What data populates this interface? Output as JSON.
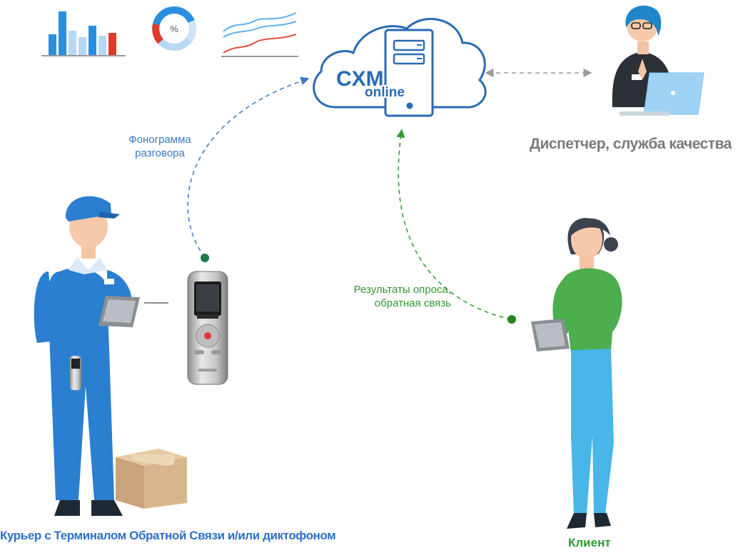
{
  "cloud": {
    "brand_main": "CXM",
    "brand_sub": "online"
  },
  "pie_label": "%",
  "labels": {
    "phonogram_line1": "Фонограмма",
    "phonogram_line2": "разговора",
    "survey_line1": "Результаты опроса,",
    "survey_line2": "обратная связь",
    "dispatcher": "Диспетчер, служба качества",
    "courier": "Курьер с Терминалом Обратной Связи и/или диктофоном",
    "client": "Клиент"
  },
  "colors": {
    "blue_flow": "#3a78c4",
    "green_flow": "#2e9a2e",
    "grey_flow": "#9a9a9a",
    "cloud_outline": "#2a6bb4",
    "uniform_blue": "#2b7fd0",
    "client_top": "#4cae4c",
    "client_jeans": "#48b6e8"
  },
  "icons": [
    "bar-chart-icon",
    "donut-chart-icon",
    "line-chart-icon",
    "cloud-server-icon",
    "voice-recorder-icon",
    "laptop-icon",
    "tablet-icon",
    "box-icon"
  ]
}
